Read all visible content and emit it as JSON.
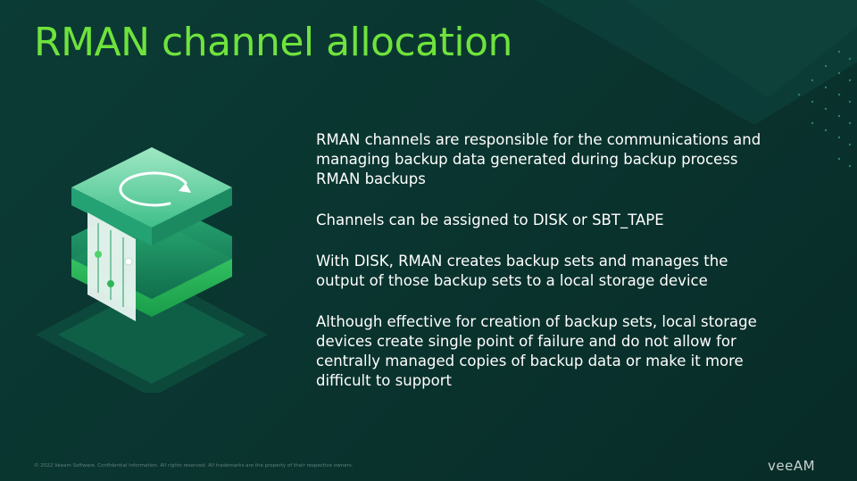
{
  "slide": {
    "title": "RMAN channel allocation",
    "bullets": [
      "RMAN channels are responsible for the communications and managing backup data generated during backup process RMAN backups",
      "Channels can be assigned to DISK or SBT_TAPE",
      "With DISK, RMAN creates backup sets and manages the output of those backup sets to a local storage device",
      "Although effective for creation of backup sets, local storage devices create single point of failure and do not allow for centrally managed copies of backup data or make it more difficult to support"
    ],
    "footer_note": "© 2022 Veeam Software. Confidential information. All rights reserved. All trademarks are the property of their respective owners.",
    "logo_text": "veeAM"
  },
  "colors": {
    "background": "#0b3b35",
    "title": "#6fe33c",
    "accent_green": "#3ee06a",
    "text": "#ffffff"
  },
  "icons": {
    "illustration": "backup-storage-sync-illustration"
  }
}
